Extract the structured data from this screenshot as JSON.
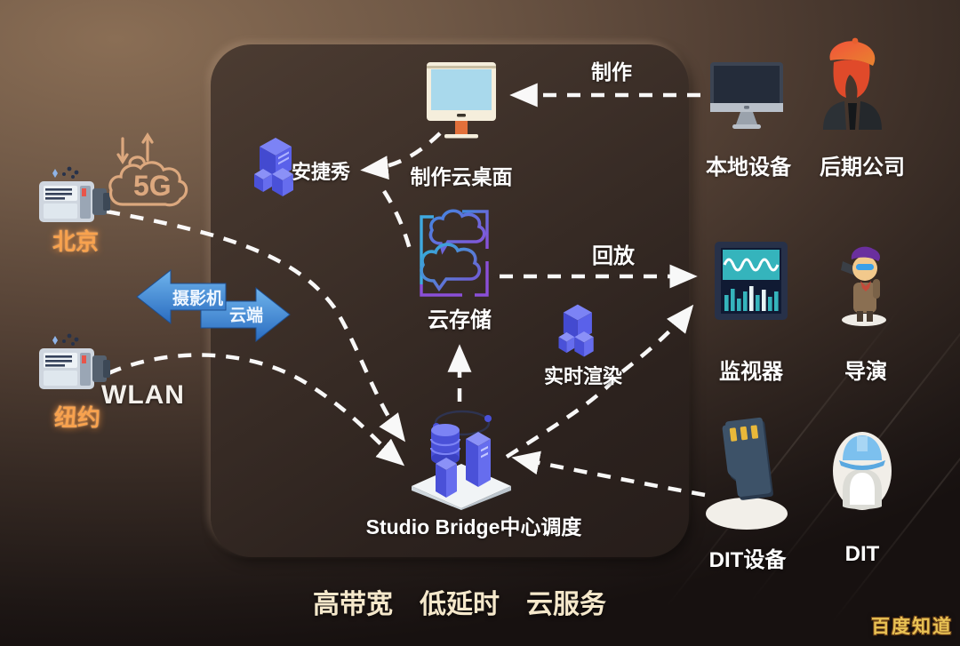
{
  "diagram": {
    "left": {
      "beijing_label": "北京",
      "newyork_label": "纽约",
      "wlan_label": "WLAN",
      "fiveg_label": "5G",
      "arrow_left_label": "摄影机",
      "arrow_right_label": "云端"
    },
    "panel": {
      "anjiexiu_label": "安捷秀",
      "desktop_label": "制作云桌面",
      "storage_label": "云存储",
      "render_label": "实时渲染",
      "bridge_label": "Studio Bridge中心调度"
    },
    "right": {
      "production_label": "制作",
      "playback_label": "回放",
      "local_device_label": "本地设备",
      "post_company_label": "后期公司",
      "monitor_label": "监视器",
      "director_label": "导演",
      "dit_device_label": "DIT设备",
      "dit_label": "DIT"
    },
    "tagline": {
      "part1": "高带宽",
      "part2": "低延时",
      "part3": "云服务"
    },
    "watermark": "百度知道",
    "colors": {
      "background_top": "#8a6e55",
      "background_bottom": "#171110",
      "panel_fill": "#3c2f28",
      "server_blue": "#4a50d8",
      "double_arrow_blue": "#3d85d2",
      "city_orange": "#f8a24e",
      "fiveg_tan": "#dca87e",
      "tagline_gold": "#f5e8cb",
      "watermark_gold": "#e9c254",
      "connector_white": "#ffffff",
      "storage_teal": "#2fb3d9",
      "storage_purple": "#7a4fd4",
      "monitor_teal": "#35b4bc"
    }
  }
}
